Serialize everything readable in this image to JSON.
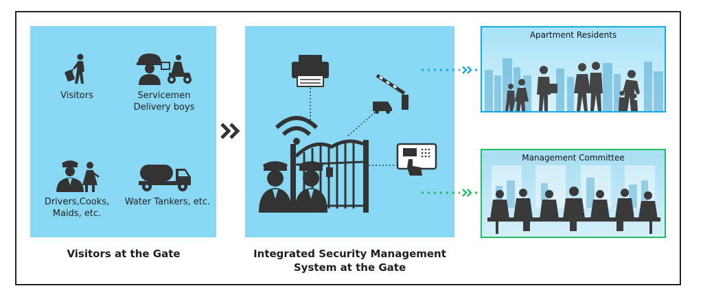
{
  "left_panel": {
    "caption": "Visitors at the Gate",
    "items": [
      {
        "label": "Visitors",
        "icon": "visitor-with-luggage-icon"
      },
      {
        "label": "Servicemen\nDelivery boys",
        "icon": "delivery-scooter-icon"
      },
      {
        "label": "Drivers,Cooks,\nMaids, etc.",
        "icon": "driver-and-maid-icon"
      },
      {
        "label": "Water Tankers, etc.",
        "icon": "water-tanker-icon"
      }
    ]
  },
  "center_panel": {
    "caption_line1": "Integrated Security Management",
    "caption_line2": "System at the Gate",
    "icons": [
      "printer-icon",
      "boom-barrier-icon",
      "access-keypad-icon",
      "wifi-gate-icon",
      "security-guards-icon"
    ]
  },
  "right_boxes": {
    "residents_title": "Apartment Residents",
    "committee_title": "Management Committee"
  },
  "colors": {
    "panel": "#89d8f3",
    "icon": "#333333",
    "residents_border": "#14a9e0",
    "committee_border": "#1fbd60",
    "frame": "#222222"
  }
}
